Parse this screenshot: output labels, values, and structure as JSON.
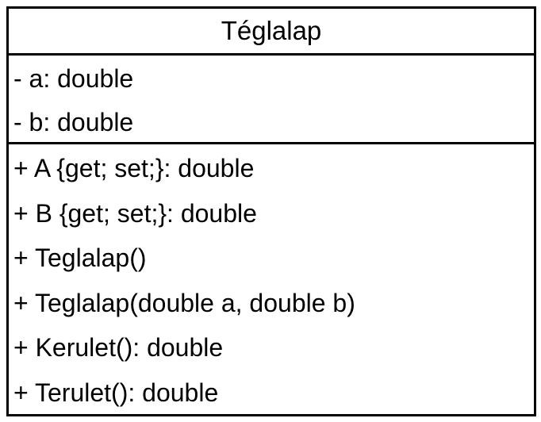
{
  "class": {
    "name": "Téglalap",
    "attributes": [
      "- a: double",
      "- b: double"
    ],
    "operations": [
      "+ A {get; set;}: double",
      "+ B {get; set;}: double",
      "+ Teglalap()",
      "+ Teglalap(double a, double b)",
      "+ Kerulet(): double",
      "+ Terulet(): double"
    ]
  },
  "colors": {
    "border": "#000000",
    "text": "#000000",
    "background": "#ffffff"
  }
}
